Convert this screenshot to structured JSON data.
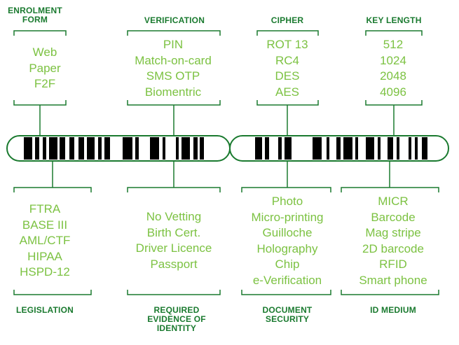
{
  "categories": {
    "enrolment": {
      "heading": [
        "ENROLMENT",
        "FORM"
      ],
      "items": [
        "Web",
        "Paper",
        "F2F"
      ]
    },
    "verification": {
      "heading": [
        "VERIFICATION"
      ],
      "items": [
        "PIN",
        "Match-on-card",
        "SMS OTP",
        "Biomentric"
      ]
    },
    "cipher": {
      "heading": [
        "CIPHER"
      ],
      "items": [
        "ROT 13",
        "RC4",
        "DES",
        "AES"
      ]
    },
    "key_length": {
      "heading": [
        "KEY LENGTH"
      ],
      "items": [
        "512",
        "1024",
        "2048",
        "4096"
      ]
    },
    "legislation": {
      "heading": [
        "LEGISLATION"
      ],
      "items": [
        "FTRA",
        "BASE III",
        "AML/CTF",
        "HIPAA",
        "HSPD-12"
      ]
    },
    "evidence": {
      "heading": [
        "REQUIRED",
        "EVIDENCE OF",
        "IDENTITY"
      ],
      "items": [
        "No Vetting",
        "Birth Cert.",
        "Driver Licence",
        "Passport"
      ]
    },
    "document_security": {
      "heading": [
        "DOCUMENT",
        "SECURITY"
      ],
      "items": [
        "Photo",
        "Micro-printing",
        "Guilloche",
        "Holography",
        "Chip",
        "e-Verification"
      ]
    },
    "id_medium": {
      "heading": [
        "ID MEDIUM"
      ],
      "items": [
        "MICR",
        "Barcode",
        "Mag stripe",
        "2D barcode",
        "RFID",
        "Smart phone"
      ]
    }
  },
  "colors": {
    "heading": "#1a7a2f",
    "item": "#7cc242",
    "line": "#1a7a2f",
    "bar": "#000000"
  }
}
